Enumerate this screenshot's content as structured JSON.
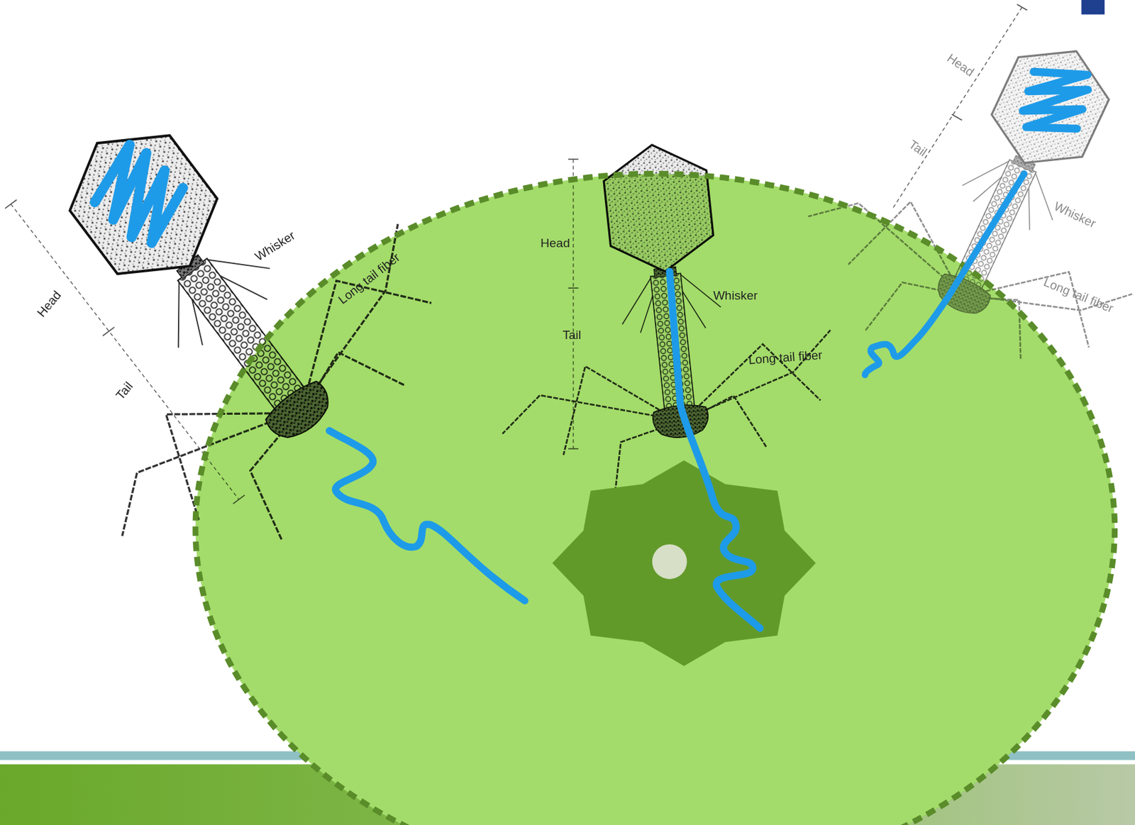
{
  "diagram": {
    "labels": [
      "Head",
      "Whisker",
      "Long tail fiber",
      "Tail",
      "Head",
      "Whisker",
      "Tail",
      "Long tail fiber",
      "Head",
      "Tail",
      "Whisker",
      "Long tail fiber"
    ]
  }
}
